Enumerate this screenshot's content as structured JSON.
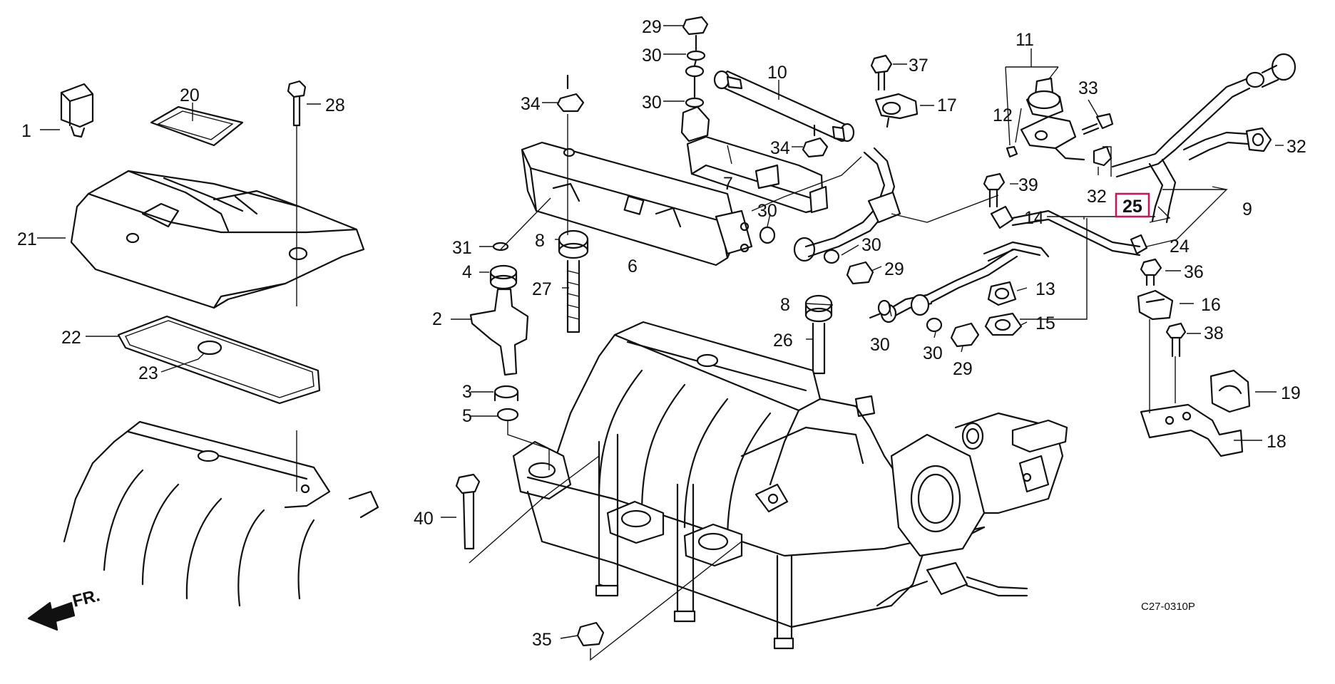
{
  "diagram": {
    "drawing_code": "C27-0310P",
    "direction_label": "FR.",
    "highlighted_callout": "25",
    "callouts": [
      "1",
      "2",
      "3",
      "4",
      "5",
      "6",
      "7",
      "8",
      "8",
      "9",
      "10",
      "11",
      "12",
      "13",
      "14",
      "15",
      "16",
      "17",
      "18",
      "19",
      "20",
      "21",
      "22",
      "23",
      "24",
      "25",
      "26",
      "27",
      "28",
      "29",
      "29",
      "29",
      "30",
      "30",
      "30",
      "30",
      "30",
      "30",
      "31",
      "32",
      "32",
      "33",
      "34",
      "34",
      "35",
      "36",
      "37",
      "38",
      "39",
      "40"
    ]
  }
}
